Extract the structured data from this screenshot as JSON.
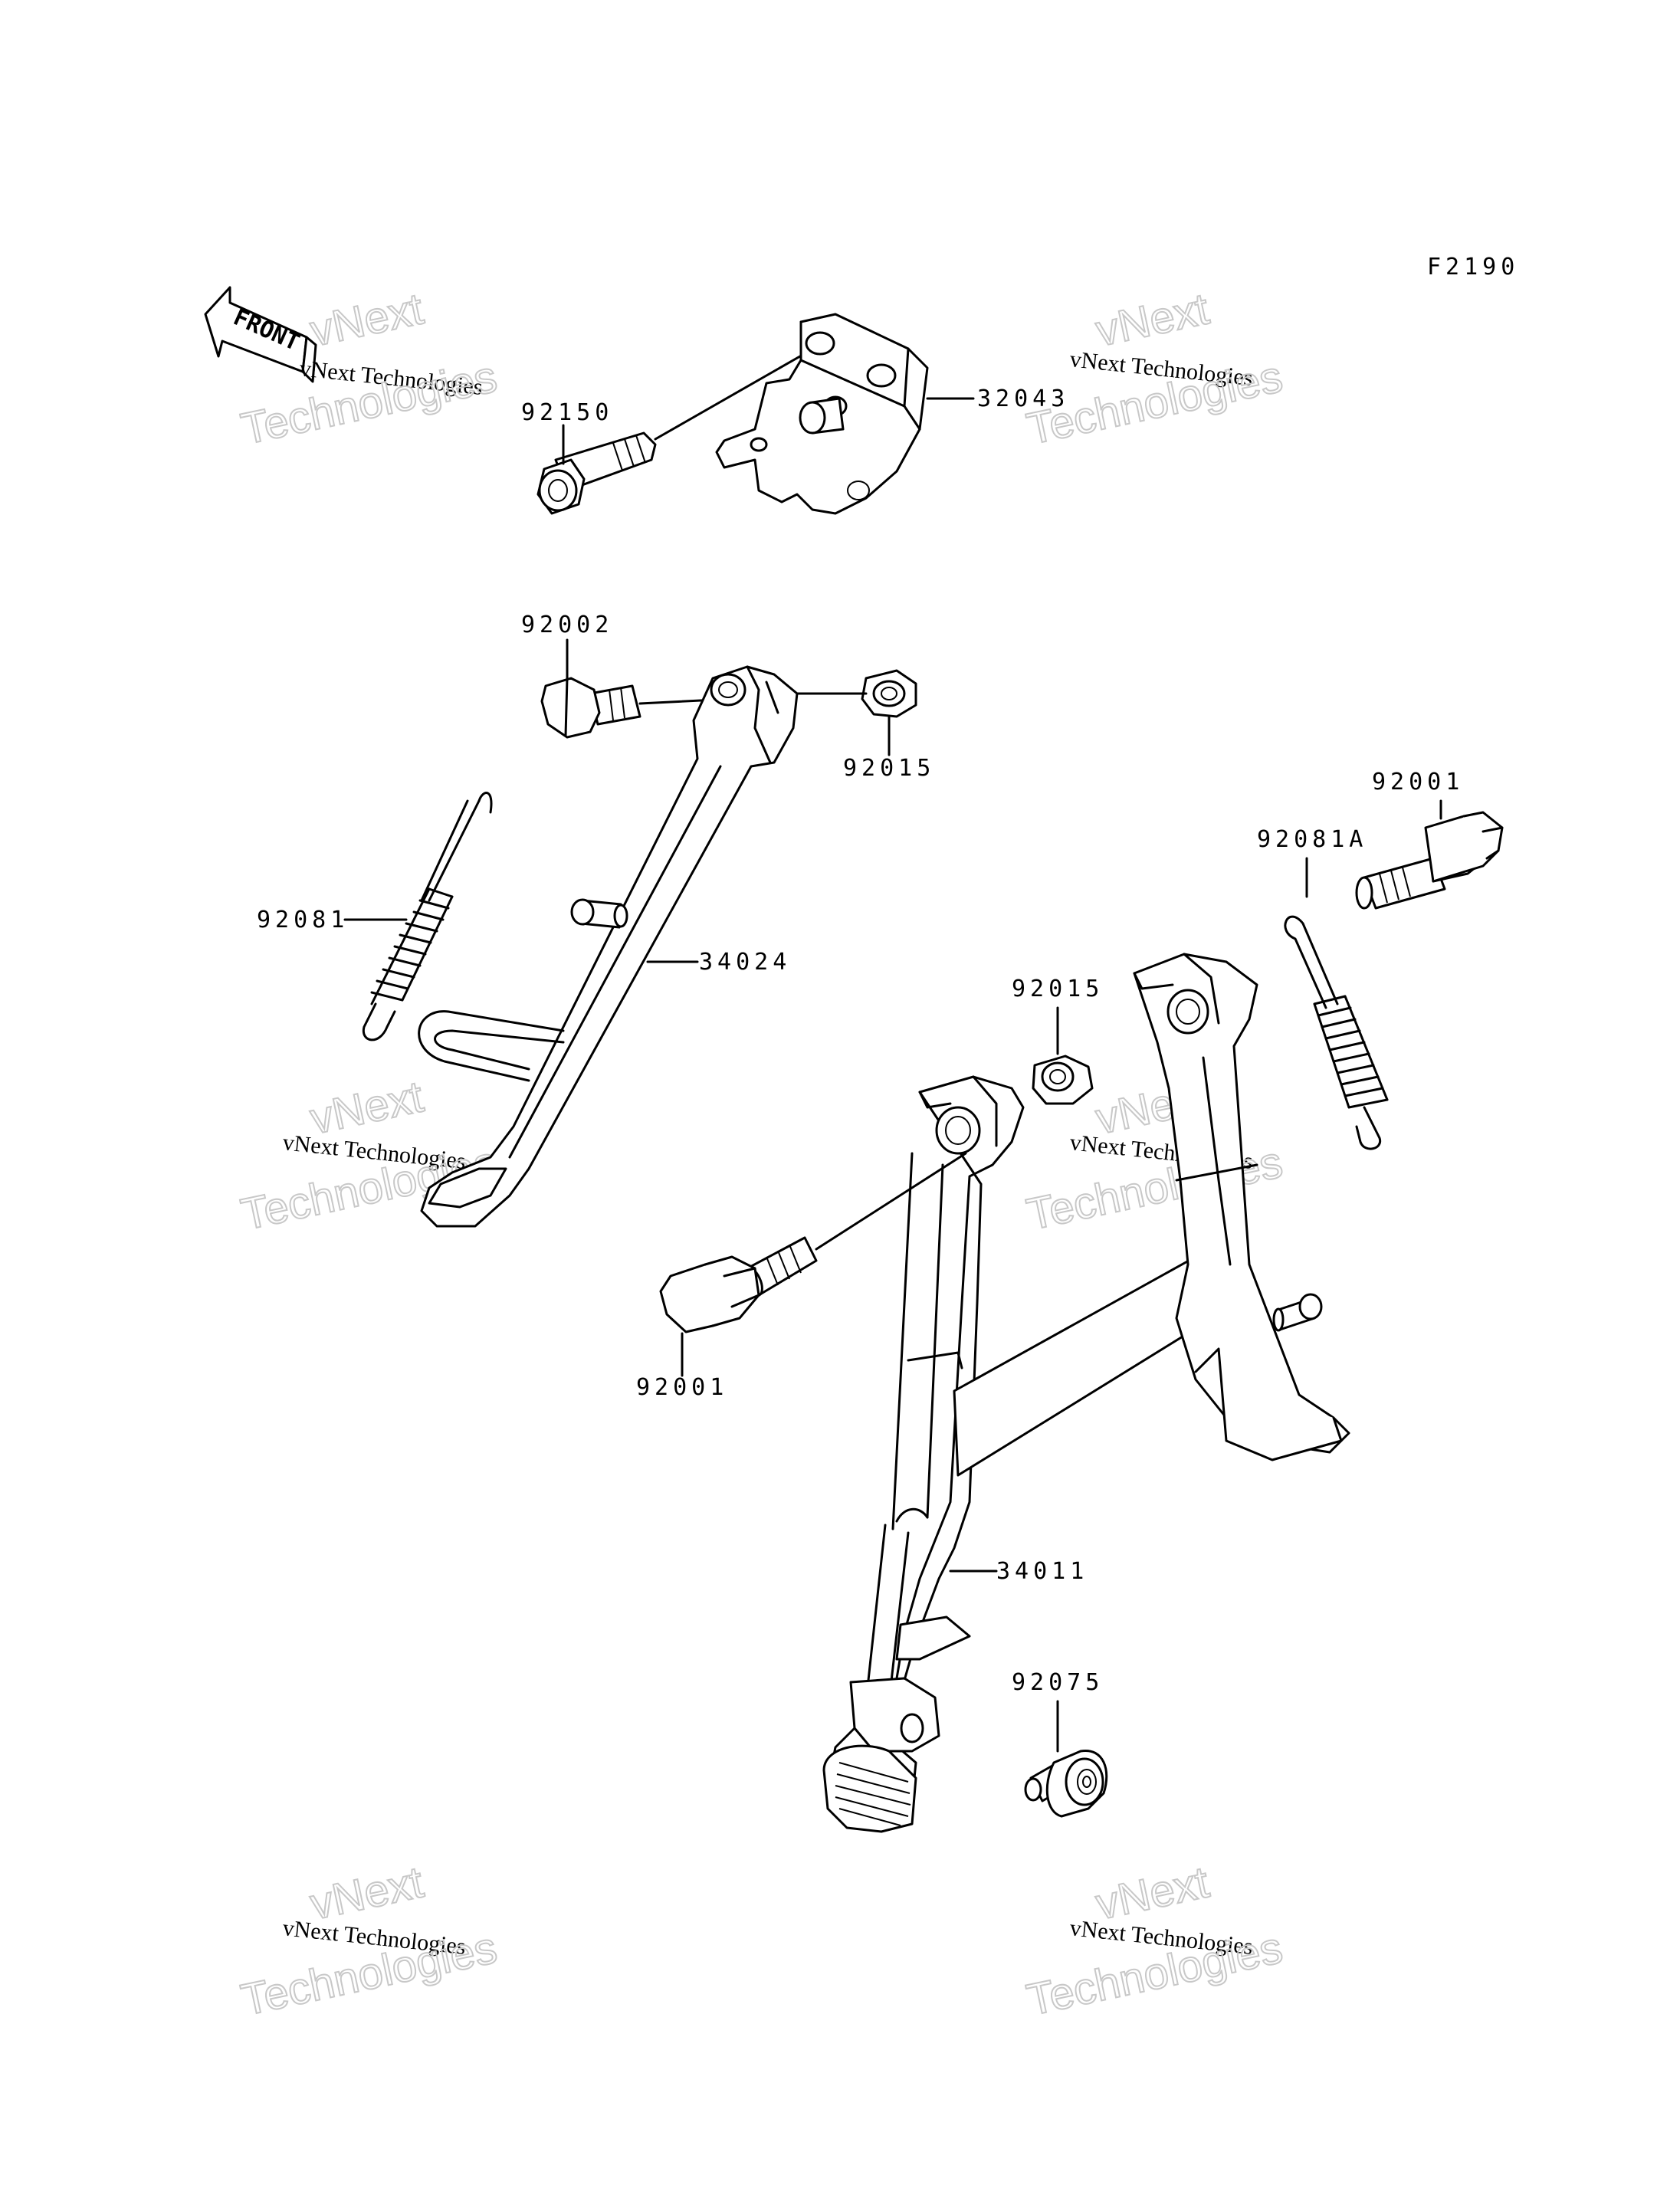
{
  "figure_code": "F2190",
  "front_arrow_label": "FRONT",
  "watermark": {
    "line1": "vNext",
    "line2": "vNext Technologies",
    "line3": "Technologies"
  },
  "parts": [
    {
      "id": "p92150",
      "number": "92150"
    },
    {
      "id": "p32043",
      "number": "32043"
    },
    {
      "id": "p92002",
      "number": "92002"
    },
    {
      "id": "p92015a",
      "number": "92015"
    },
    {
      "id": "p92081",
      "number": "92081"
    },
    {
      "id": "p34024",
      "number": "34024"
    },
    {
      "id": "p92001a",
      "number": "92001"
    },
    {
      "id": "p92081A",
      "number": "92081A"
    },
    {
      "id": "p92015b",
      "number": "92015"
    },
    {
      "id": "p92001b",
      "number": "92001"
    },
    {
      "id": "p34011",
      "number": "34011"
    },
    {
      "id": "p92075",
      "number": "92075"
    }
  ],
  "colors": {
    "line": "#000000",
    "background": "#ffffff",
    "watermark_outline": "#c8c8c8"
  }
}
